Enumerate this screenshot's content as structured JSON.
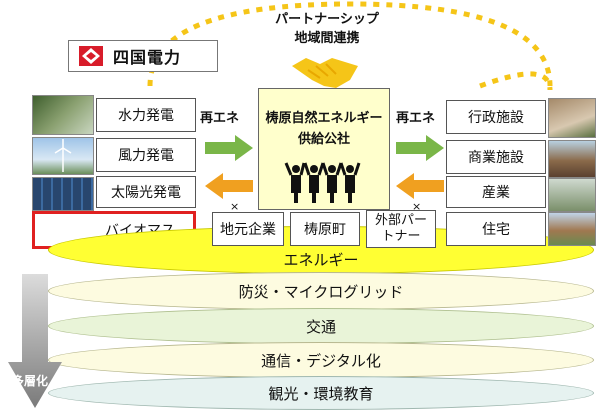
{
  "partnership": {
    "line1": "パートナーシップ",
    "line2": "地域間連携"
  },
  "company": {
    "name": "四国電力"
  },
  "sources": [
    "水力発電",
    "風力発電",
    "太陽光発電",
    "バイオマス"
  ],
  "renewable_label": "再エネ",
  "center": {
    "line1": "梼原自然エネルギー",
    "line2": "供給公社"
  },
  "bottom_partners": [
    "地元企業",
    "梼原町",
    "外部パー\nトナー"
  ],
  "consumers": [
    "行政施設",
    "商業施設",
    "産業",
    "住宅"
  ],
  "layers": [
    "エネルギー",
    "防災・マイクログリッド",
    "交通",
    "通信・デジタル化",
    "観光・環境教育"
  ],
  "multilayer_label": "多層化",
  "colors": {
    "green_arrow": "#7ab648",
    "orange_arrow": "#f0a020",
    "highlight": "#e02020",
    "partnership_arc": "#f5c518",
    "energy_layer": "#ffff33",
    "layer_fill": "#fdfbe0"
  }
}
